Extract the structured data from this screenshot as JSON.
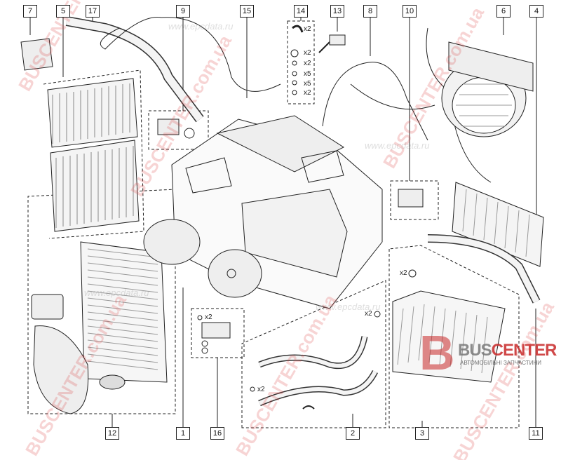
{
  "diagram": {
    "top_callouts": [
      "7",
      "5",
      "17",
      "9",
      "15",
      "14",
      "13",
      "8",
      "10",
      "6",
      "4"
    ],
    "bottom_callouts": [
      "12",
      "1",
      "16",
      "2",
      "3",
      "11"
    ],
    "kit14_quantities": [
      "x2",
      "x2",
      "x2",
      "x5",
      "x5",
      "x2"
    ],
    "other_quantities": {
      "item3_ring": "x2",
      "item2_ring": "x2",
      "item2_screw": "x2",
      "item16_screw": "x2"
    }
  },
  "watermarks": {
    "site": "BUSCENTER.com.ua",
    "catalog": "www.epcdata.ru"
  },
  "logo": {
    "brand_a": "BUS",
    "brand_b": "CENTER",
    "tagline": "АВТОМОБІЛЬНІ ЗАПЧАСТИНИ",
    "letter": "B"
  },
  "colors": {
    "line": "#222222",
    "watermark": "#dc3c3c"
  }
}
